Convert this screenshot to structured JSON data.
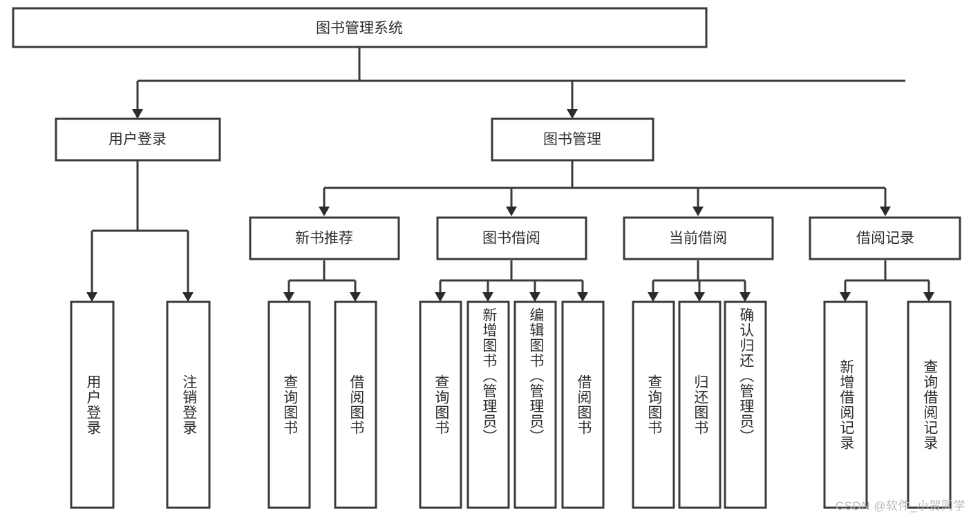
{
  "diagram": {
    "type": "tree-hierarchy-chart",
    "title": "图书管理系统",
    "orientation": "top-down",
    "colors": {
      "box_stroke": "#3a3a3a",
      "box_fill": "#ffffff",
      "connector": "#3a3a3a",
      "text": "#2f2f33",
      "watermark": "#b9b9bd",
      "background": "#ffffff"
    },
    "root": {
      "label": "图书管理系统"
    },
    "level2": [
      {
        "label": "用户登录"
      },
      {
        "label": "图书管理"
      }
    ],
    "level3": [
      {
        "label": "新书推荐"
      },
      {
        "label": "图书借阅"
      },
      {
        "label": "当前借阅"
      },
      {
        "label": "借阅记录"
      }
    ],
    "leaves": {
      "user_login": [
        {
          "label": "用户登录"
        },
        {
          "label": "注销登录"
        }
      ],
      "new_book_recommend": [
        {
          "label": "查询图书"
        },
        {
          "label": "借阅图书"
        }
      ],
      "book_borrow": [
        {
          "label": "查询图书"
        },
        {
          "label": "新增图书（管理员）"
        },
        {
          "label": "编辑图书（管理员）"
        },
        {
          "label": "借阅图书"
        }
      ],
      "current_borrow": [
        {
          "label": "查询图书"
        },
        {
          "label": "归还图书"
        },
        {
          "label": "确认归还（管理员）"
        }
      ],
      "borrow_record": [
        {
          "label": "新增借阅记录"
        },
        {
          "label": "查询借阅记录"
        }
      ]
    },
    "watermark": "CSDN @软件_小贺同学"
  }
}
